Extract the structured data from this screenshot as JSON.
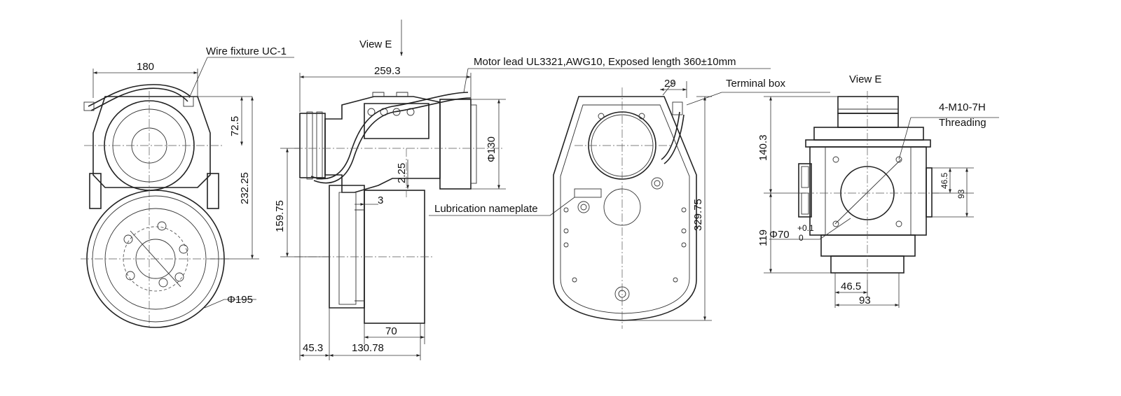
{
  "labels": {
    "wire_fixture": "Wire fixture UC-1",
    "view_e_arrow": "View E",
    "motor_lead": "Motor lead UL3321,AWG10, Exposed length 360±10mm",
    "terminal_box": "Terminal box",
    "view_e_title": "View E",
    "threading_spec": "4-M10-7H",
    "threading_word": "Threading",
    "lubrication": "Lubrication nameplate",
    "phi70_main": "Φ70",
    "phi70_upper": "+0.1",
    "phi70_lower": "0"
  },
  "dimensions": {
    "d180": "180",
    "d72_5": "72.5",
    "d232_25": "232.25",
    "d195": "Φ195",
    "d259_3": "259.3",
    "d130": "Φ130",
    "d2_25": "2.25",
    "d3": "3",
    "d159_75": "159.75",
    "d70": "70",
    "d45_3": "45.3",
    "d130_78": "130.78",
    "d29": "29",
    "d329_75": "329.75",
    "d140_3": "140.3",
    "d119": "119",
    "d46_5v": "46.5",
    "d93v": "93",
    "d46_5h": "46.5",
    "d93h": "93"
  }
}
